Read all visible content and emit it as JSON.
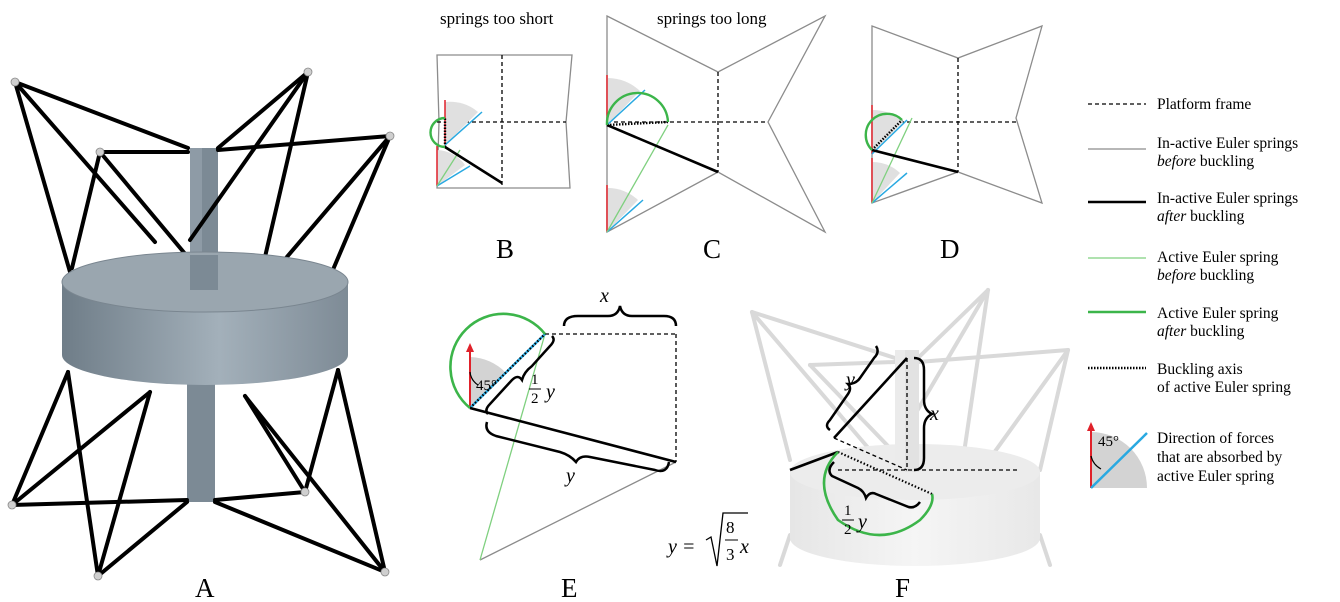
{
  "panels": {
    "A": "A",
    "B": "B",
    "C": "C",
    "D": "D",
    "E": "E",
    "F": "F"
  },
  "headers": {
    "short": "springs too short",
    "long": "springs too long"
  },
  "legend": {
    "items": [
      {
        "line1": "Platform frame",
        "line2": "",
        "line2_em": "",
        "line2_rest": ""
      },
      {
        "line1": "In-active Euler springs",
        "line2_em": "before",
        "line2_rest": " buckling"
      },
      {
        "line1": "In-active Euler springs",
        "line2_em": "after",
        "line2_rest": " buckling"
      },
      {
        "line1": "Active Euler spring",
        "line2_em": "before",
        "line2_rest": " buckling"
      },
      {
        "line1": "Active Euler spring",
        "line2_em": "after",
        "line2_rest": " buckling"
      },
      {
        "line1": "Buckling axis",
        "line2_em": "",
        "line2_rest": "of active Euler spring"
      }
    ],
    "forces": [
      "Direction of forces",
      "that are absorbed by",
      "active Euler spring"
    ],
    "angle": "45°"
  },
  "annotations": {
    "angle": "45°",
    "x": "x",
    "y": "y",
    "half_num": "1",
    "half_den": "2",
    "formula_lhs": "y =",
    "formula_num": "8",
    "formula_den": "3",
    "formula_x": "x"
  },
  "colors": {
    "frame": "#000000",
    "inactive_before": "#8c8c8c",
    "inactive_after": "#000000",
    "active_before": "#7fd07f",
    "active_after": "#3cb54a",
    "force_red": "#e0212a",
    "force_blue": "#29a9e1",
    "wedge": "#d3d3d3",
    "cylinder": "#8a97a2",
    "ghost": "#d9d9d9"
  }
}
